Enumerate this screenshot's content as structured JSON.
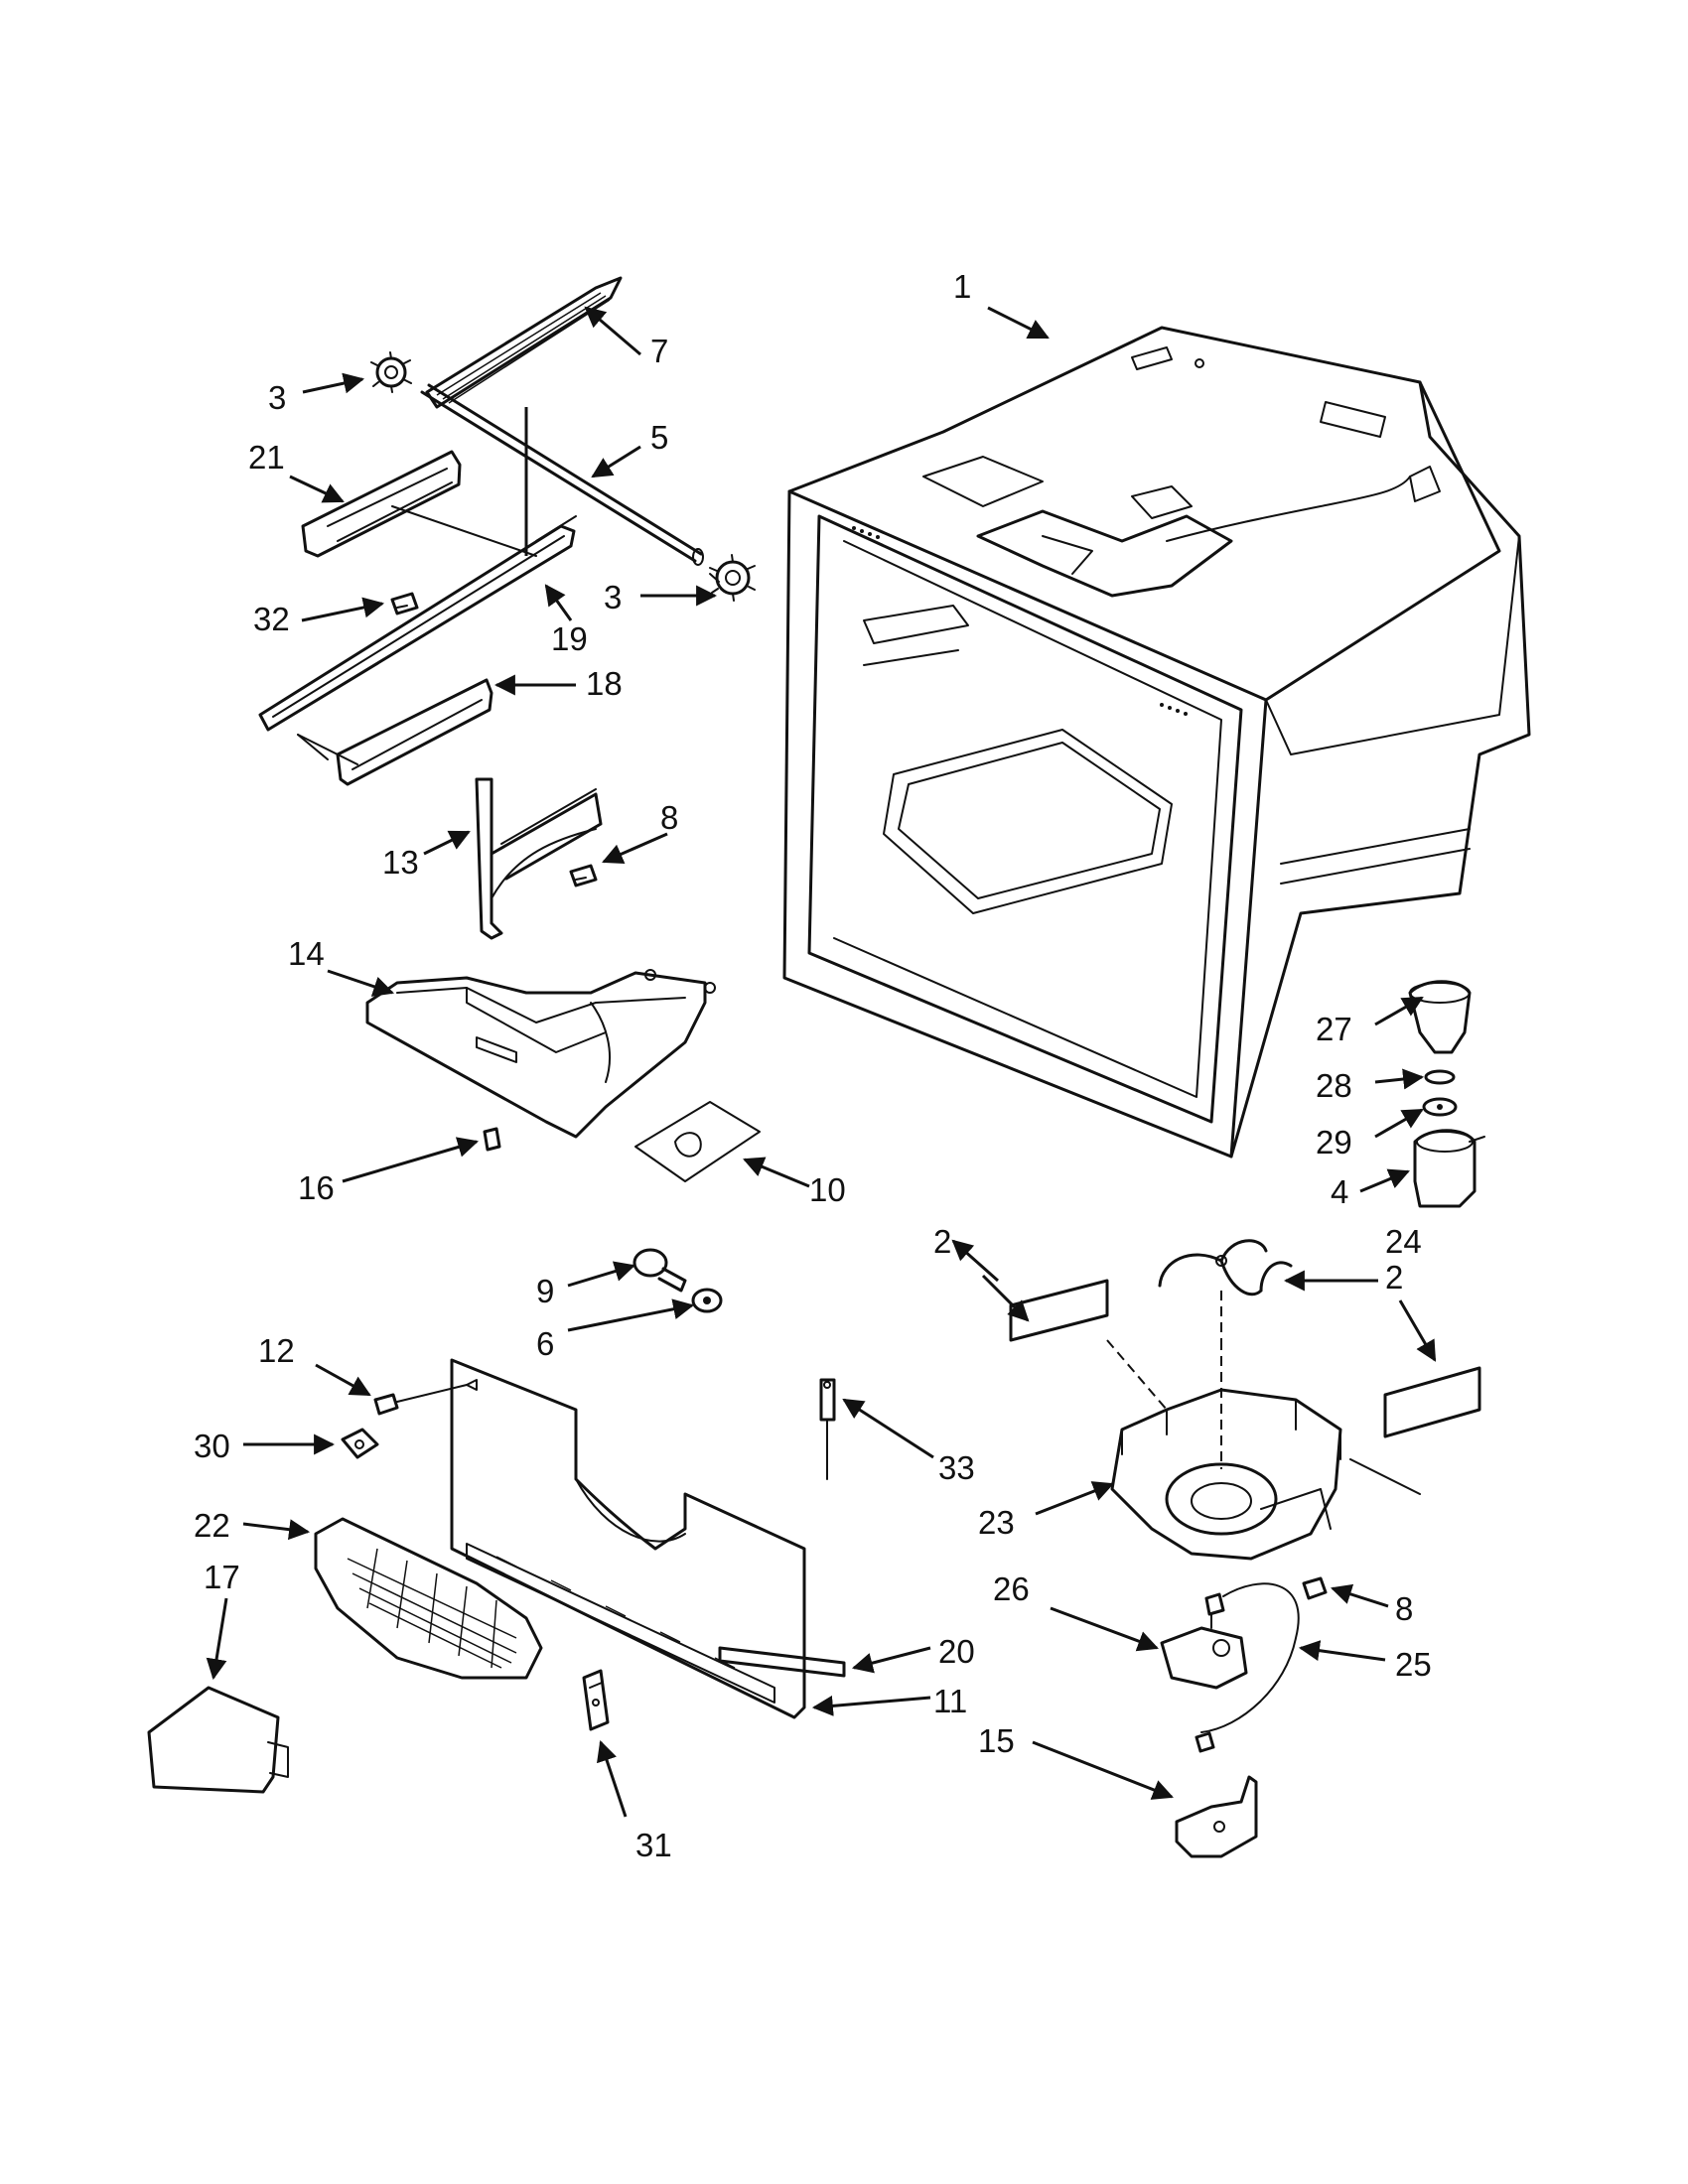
{
  "diagram": {
    "callouts": [
      {
        "id": "c1",
        "text": "1"
      },
      {
        "id": "c2a",
        "text": "2"
      },
      {
        "id": "c2b",
        "text": "2"
      },
      {
        "id": "c3a",
        "text": "3"
      },
      {
        "id": "c3b",
        "text": "3"
      },
      {
        "id": "c4",
        "text": "4"
      },
      {
        "id": "c5",
        "text": "5"
      },
      {
        "id": "c6",
        "text": "6"
      },
      {
        "id": "c7",
        "text": "7"
      },
      {
        "id": "c8a",
        "text": "8"
      },
      {
        "id": "c8b",
        "text": "8"
      },
      {
        "id": "c9",
        "text": "9"
      },
      {
        "id": "c10",
        "text": "10"
      },
      {
        "id": "c11",
        "text": "11"
      },
      {
        "id": "c12",
        "text": "12"
      },
      {
        "id": "c13",
        "text": "13"
      },
      {
        "id": "c14",
        "text": "14"
      },
      {
        "id": "c15",
        "text": "15"
      },
      {
        "id": "c16",
        "text": "16"
      },
      {
        "id": "c17",
        "text": "17"
      },
      {
        "id": "c18",
        "text": "18"
      },
      {
        "id": "c19",
        "text": "19"
      },
      {
        "id": "c20",
        "text": "20"
      },
      {
        "id": "c21",
        "text": "21"
      },
      {
        "id": "c22",
        "text": "22"
      },
      {
        "id": "c23",
        "text": "23"
      },
      {
        "id": "c24",
        "text": "24"
      },
      {
        "id": "c25",
        "text": "25"
      },
      {
        "id": "c26",
        "text": "26"
      },
      {
        "id": "c27",
        "text": "27"
      },
      {
        "id": "c28",
        "text": "28"
      },
      {
        "id": "c29",
        "text": "29"
      },
      {
        "id": "c30",
        "text": "30"
      },
      {
        "id": "c31",
        "text": "31"
      },
      {
        "id": "c32",
        "text": "32"
      },
      {
        "id": "c33",
        "text": "33"
      }
    ]
  }
}
